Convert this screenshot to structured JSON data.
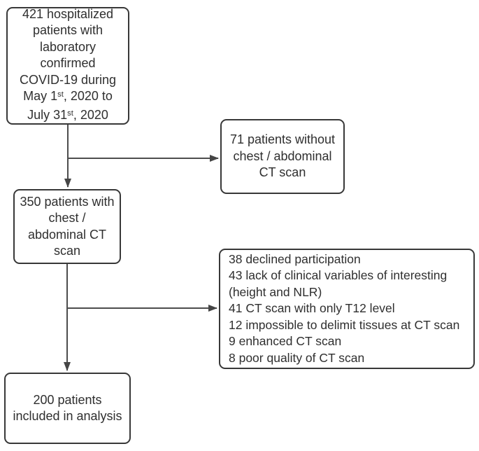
{
  "figure": {
    "type": "flowchart",
    "background_color": "#ffffff",
    "box_border_color": "#383838",
    "text_color": "#2f2f2f",
    "arrow_color": "#4d4d4d",
    "boxes": {
      "enrolled": {
        "lines": [
          "421 hospitalized",
          "patients with",
          "laboratory",
          "confirmed",
          "COVID-19 during"
        ],
        "date_from": {
          "text": "May 1",
          "sup": "st",
          "rest": ", 2020 to"
        },
        "date_to": {
          "text": "July 31",
          "sup": "st",
          "rest": ", 2020"
        }
      },
      "excluded_no_ct": {
        "lines": [
          "71 patients without",
          "chest / abdominal",
          "CT scan"
        ]
      },
      "with_ct": {
        "lines": [
          "350 patients with",
          "chest /",
          "abdominal CT",
          "scan"
        ]
      },
      "excluded_detail": {
        "lines": [
          "38 declined participation",
          "43 lack of clinical variables of interesting",
          "(height and NLR)",
          "41 CT scan with only T12 level",
          "12 impossible to delimit tissues at CT scan",
          "9 enhanced CT scan",
          "8 poor quality of CT scan"
        ]
      },
      "included": {
        "lines": [
          "200 patients",
          "included in analysis"
        ]
      }
    }
  }
}
